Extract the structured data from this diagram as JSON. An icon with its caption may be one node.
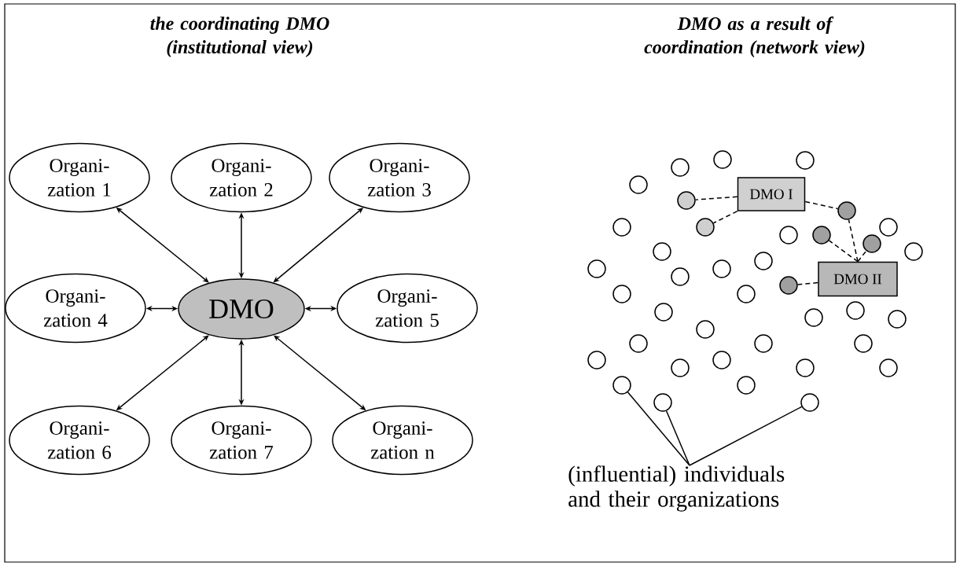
{
  "diagram": {
    "nodes": [
      {
        "text": [
          "Organi- zation 1"
        ]
      },
      {
        "text": [
          "Organi- zation 2"
        ]
      },
      {
        "text": [
          "Organi- zation 3"
        ]
      },
      {
        "text": [
          "Organi- zation 4"
        ]
      },
      {
        "text": [
          "DMO"
        ]
      },
      {
        "text": [
          "Organi- zation 5"
        ]
      },
      {
        "text": [
          "Organi- zation 6"
        ]
      },
      {
        "text": [
          "Organi- zation 7"
        ]
      },
      {
        "text": [
          "Organi- zation n"
        ]
      },
      {
        "text": [
          "DMO I"
        ]
      },
      {
        "text": [
          "DMO II"
        ]
      },
      {
        "text": [],
        "shape": "circle"
      },
      {
        "text": [],
        "shape": "circle"
      },
      {
        "text": [],
        "shape": "circle"
      },
      {
        "text": [],
        "shape": "circle"
      },
      {
        "text": [],
        "shape": "circle"
      },
      {
        "text": [],
        "shape": "circle"
      },
      {
        "text": [],
        "shape": "circle"
      },
      {
        "text": [],
        "shape": "circle"
      },
      {
        "text": [],
        "shape": "circle"
      },
      {
        "text": [],
        "shape": "circle"
      },
      {
        "text": [],
        "shape": "circle"
      },
      {
        "text": [],
        "shape": "circle"
      },
      {
        "text": [],
        "shape": "circle"
      },
      {
        "text": [],
        "shape": "circle"
      },
      {
        "text": [],
        "shape": "circle"
      },
      {
        "text": [],
        "shape": "circle"
      },
      {
        "text": [],
        "shape": "circle"
      },
      {
        "text": [],
        "shape": "circle"
      },
      {
        "text": [],
        "shape": "circle"
      },
      {
        "text": [],
        "shape": "circle"
      },
      {
        "text": [],
        "shape": "circle"
      },
      {
        "text": [],
        "shape": "circle"
      },
      {
        "text": [],
        "shape": "circle"
      },
      {
        "text": [],
        "shape": "circle"
      },
      {
        "text": [],
        "shape": "circle"
      },
      {
        "text": [],
        "shape": "circle"
      },
      {
        "text": [],
        "shape": "circle"
      },
      {
        "text": [],
        "shape": "circle"
      },
      {
        "text": [],
        "shape": "circle"
      },
      {
        "text": [],
        "shape": "circle"
      },
      {
        "text": [],
        "shape": "circle"
      },
      {
        "text": [],
        "shape": "circle"
      },
      {
        "text": [],
        "shape": "circle"
      },
      {
        "text": [],
        "shape": "circle"
      },
      {
        "text": [],
        "shape": "circle"
      },
      {
        "text": [],
        "shape": "circle"
      },
      {
        "text": [],
        "shape": "circle"
      },
      {
        "text": [],
        "shape": "circle"
      },
      {
        "text": [
          "(influential) individuals and their organizations"
        ]
      }
    ],
    "edges": [
      {
        "from": 4,
        "to": 0,
        "arrow": "both"
      },
      {
        "from": 4,
        "to": 1,
        "arrow": "both"
      },
      {
        "from": 4,
        "to": 2,
        "arrow": "both"
      },
      {
        "from": 4,
        "to": 3,
        "arrow": "both"
      },
      {
        "from": 4,
        "to": 5,
        "arrow": "both"
      },
      {
        "from": 4,
        "to": 6,
        "arrow": "both"
      },
      {
        "from": 4,
        "to": 7,
        "arrow": "both"
      },
      {
        "from": 4,
        "to": 8,
        "arrow": "both"
      },
      {
        "from": 9,
        "to": 15,
        "arrow": "none",
        "style": "dashed"
      },
      {
        "from": 9,
        "to": 18,
        "arrow": "none",
        "style": "dashed"
      },
      {
        "from": 9,
        "to": 16,
        "arrow": "none",
        "style": "dashed"
      },
      {
        "from": 10,
        "to": 16,
        "arrow": "none",
        "style": "dashed"
      },
      {
        "from": 10,
        "to": 21,
        "arrow": "none",
        "style": "dashed"
      },
      {
        "from": 10,
        "to": 22,
        "arrow": "none",
        "style": "dashed"
      },
      {
        "from": 10,
        "to": 29,
        "arrow": "none",
        "style": "dashed"
      },
      {
        "from": 49,
        "to": 45,
        "arrow": "none"
      },
      {
        "from": 49,
        "to": 47,
        "arrow": "none"
      },
      {
        "from": 49,
        "to": 48,
        "arrow": "none"
      }
    ],
    "labels": [
      "the coordinating DMO (institutional view)",
      "DMO as a result of coordination (network view)"
    ]
  }
}
